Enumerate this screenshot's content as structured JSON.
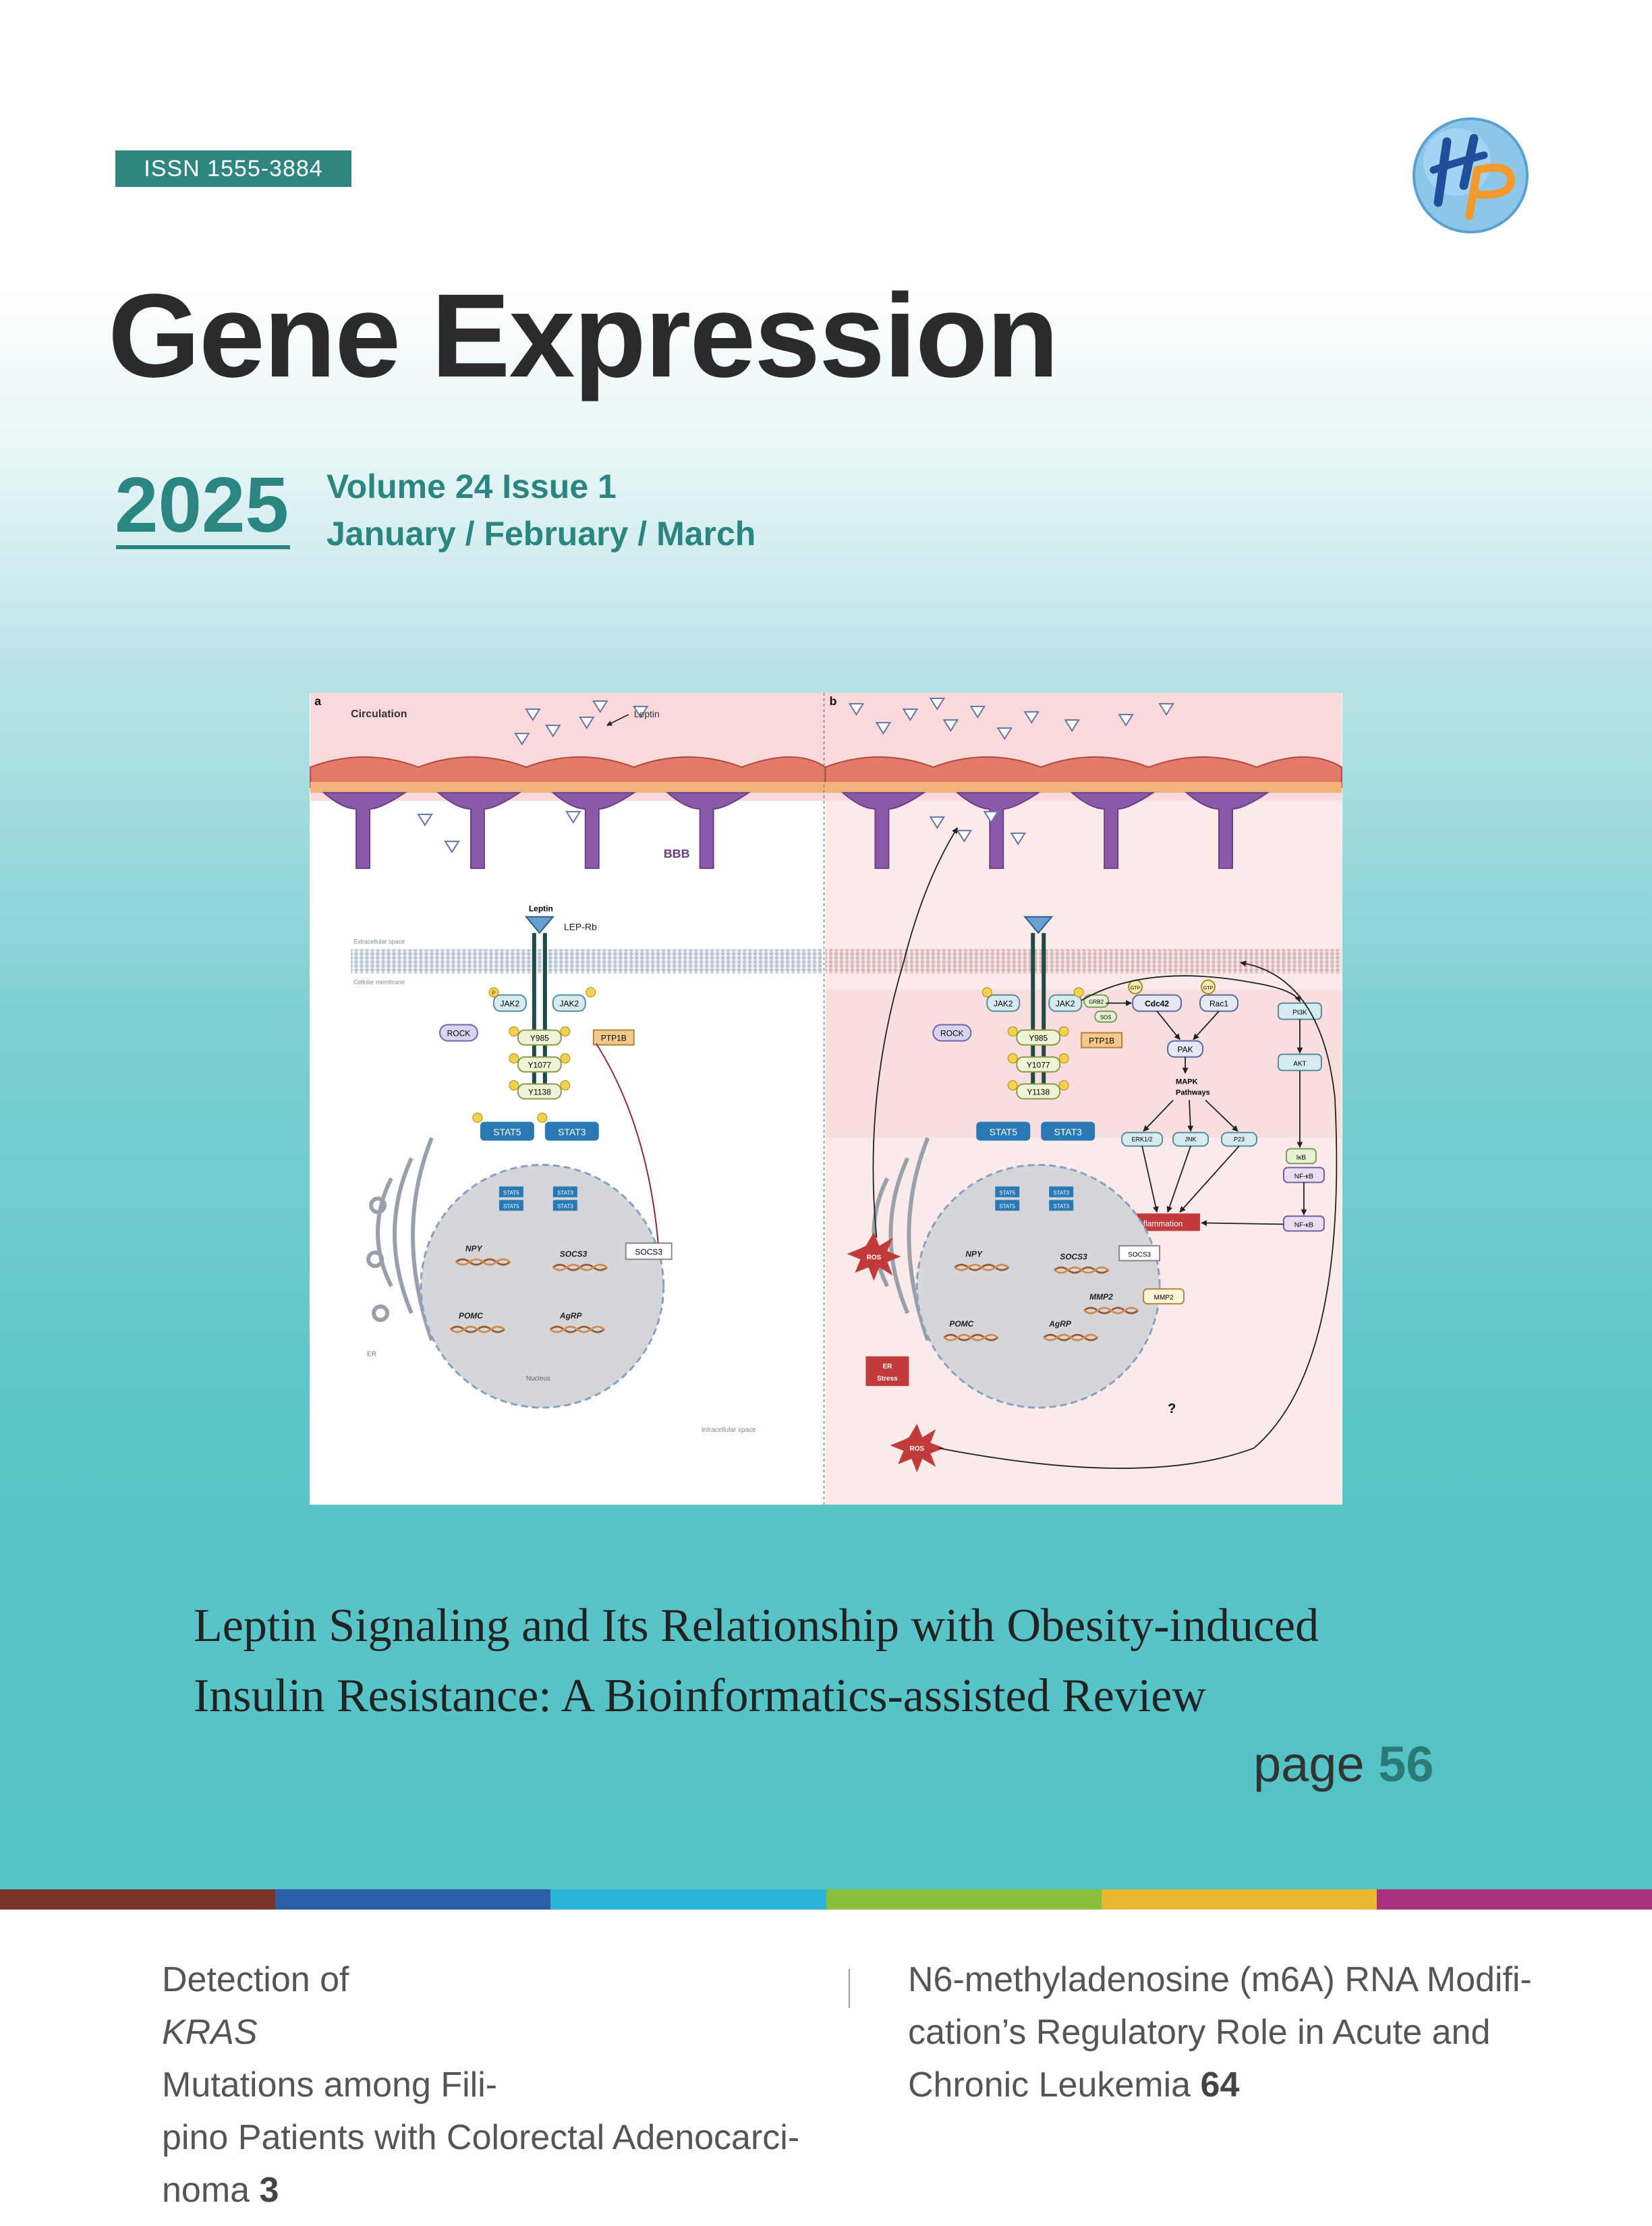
{
  "journal": {
    "issn": "ISSN  1555-3884",
    "title": "Gene Expression",
    "year": "2025",
    "volume": "Volume 24 Issue 1",
    "months": "January / February / March",
    "logo_icon": "hp-publisher-logo-icon"
  },
  "figure": {
    "panel_a": {
      "letter": "a",
      "circulation": "Circulation",
      "leptin": "Leptin",
      "bbb": "BBB",
      "receptor_ligand": "Leptin",
      "receptor": "LEP-Rb",
      "extracellular": "Extracellular space",
      "membrane": "Cellular membrane",
      "jak2_left": "JAK2",
      "jak2_right": "JAK2",
      "rock": "ROCK",
      "ptp1b": "PTP1B",
      "y985": "Y985",
      "y1077": "Y1077",
      "y1138": "Y1138",
      "stat5": "STAT5",
      "stat3": "STAT3",
      "nuc_stat5": "STAT5",
      "nuc_stat3": "STAT3",
      "npy": "NPY",
      "socs3_gene": "SOCS3",
      "socs3_protein": "SOCS3",
      "pomc": "POMC",
      "agrp": "AgRP",
      "er": "ER",
      "nucleus": "Nucleus",
      "intracellular": "Intracellular space",
      "phospho": "P"
    },
    "panel_b": {
      "letter": "b",
      "jak2_left": "JAK2",
      "jak2_right": "JAK2",
      "rock": "ROCK",
      "ptp1b": "PTP1B",
      "y985": "Y985",
      "y1077": "Y1077",
      "y1138": "Y1138",
      "stat5": "STAT5",
      "stat3": "STAT3",
      "grb2": "GRB2",
      "sos": "SOS",
      "gtp1": "GTP",
      "gtp2": "GTP",
      "cdc42": "Cdc42",
      "rac1": "Rac1",
      "pak": "PAK",
      "mapk": "MAPK",
      "pathways": "Pathways",
      "erk": "ERK1/2",
      "jnk": "JNK",
      "p23": "P23",
      "pi3k": "PI3K",
      "akt": "AKT",
      "ikb": "IκB",
      "nfkb1": "NF-κB",
      "nfkb2": "NF-κB",
      "inflammation": "Inflammation",
      "socs3_gene": "SOCS3",
      "socs3_protein": "SOCS3",
      "mmp2_gene": "MMP2",
      "mmp2_protein": "MMP2",
      "npy": "NPY",
      "pomc": "POMC",
      "agrp": "AgRP",
      "ros1": "ROS",
      "ros2": "ROS",
      "er_stress_1": "ER",
      "er_stress_2": "Stress",
      "question": "?"
    }
  },
  "feature": {
    "title_line1": "Leptin Signaling and Its Relationship with Obesity-induced",
    "title_line2": "Insulin Resistance: A Bioinformatics-assisted Review",
    "page_label": "page ",
    "page_number": "56"
  },
  "color_bar": [
    "#7a3326",
    "#2a5fa5",
    "#2bb3d6",
    "#8bbd3c",
    "#e8b830",
    "#a8327c"
  ],
  "toc": {
    "left": {
      "line1_pre": "Detection of ",
      "line1_em": "KRAS",
      "line1_post": " Mutations among Fili-",
      "line2": "pino Patients with Colorectal Adenocarci-",
      "line3": "noma ",
      "page": "3"
    },
    "divider": "|",
    "right": {
      "line1": "N6-methyladenosine (m6A) RNA Modifi-",
      "line2": "cation’s Regulatory Role in Acute and",
      "line3": "Chronic Leukemia ",
      "page": "64"
    }
  }
}
